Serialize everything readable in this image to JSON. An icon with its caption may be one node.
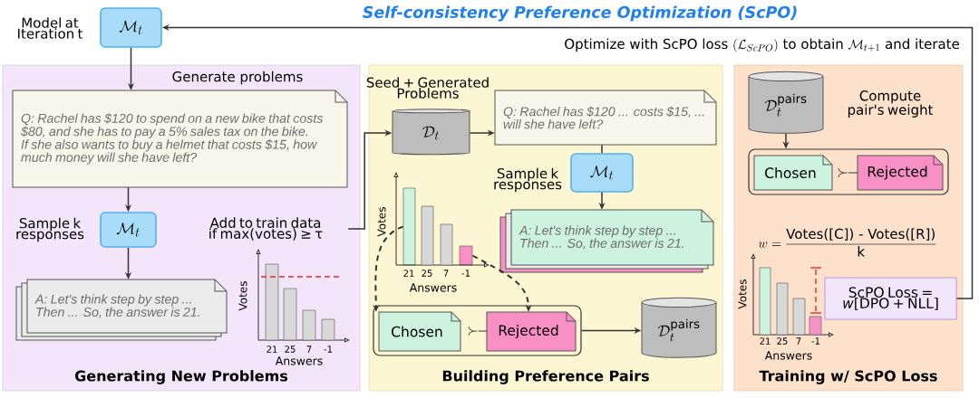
{
  "diagram": {
    "title": "Self-consistency Preference Optimization (ScPO)",
    "nodes": [
      {
        "text": [
          "\\mathcal{M}_t"
        ],
        "beside": [
          "Model at Iteration t"
        ]
      },
      {
        "text": [
          "Generating New Problems"
        ]
      },
      {
        "text": [
          "Q: Rachel has $120 to spend on a new bike that costs $80, and she has to pay a 5% sales tax on the bike. If she also wants to buy a helmet that costs $15, how much money will she have left?"
        ],
        "in": 1
      },
      {
        "text": [
          "\\mathcal{M}_t"
        ],
        "in": 1,
        "beside": [
          "Sample k responses"
        ]
      },
      {
        "text": [
          "A: Let's think step by step ... Then ... So, the answer is 21."
        ],
        "in": 1
      },
      {
        "text": [
          "Add to train data if max(votes) ≥ τ"
        ],
        "in": 1
      },
      {
        "text": [
          "Building Preference Pairs"
        ]
      },
      {
        "text": [
          "\\mathcal{D}_t"
        ],
        "in": 6,
        "beside": [
          "Seed + Generated Problems"
        ]
      },
      {
        "text": [
          "Q: Rachel has $120 ... costs $15, ...  will she have left?"
        ],
        "in": 6
      },
      {
        "text": [
          "\\mathcal{M}_t"
        ],
        "in": 6,
        "beside": [
          "Sample k responses"
        ]
      },
      {
        "text": [
          "A: Let's think step by step ... Then ... So, the answer is 21."
        ],
        "in": 6
      },
      {
        "text": [],
        "shape": "bar",
        "in": 6
      },
      {
        "text": [],
        "shape": "bar",
        "in": 6
      },
      {
        "text": [],
        "shape": "box",
        "in": 6
      },
      {
        "text": [
          "Chosen"
        ],
        "in": 13
      },
      {
        "text": [
          "Rejected"
        ],
        "in": 13
      },
      {
        "text": [
          "\\mathcal{D}_t^{\\text{pairs}}"
        ],
        "in": 6
      },
      {
        "text": [
          "Training w/ ScPO Loss"
        ]
      },
      {
        "text": [
          "\\mathcal{D}_t^{\\text{pairs}}"
        ],
        "in": 17,
        "beside": [
          "Compute pair's weight"
        ]
      },
      {
        "text": [],
        "shape": "box",
        "in": 17
      },
      {
        "text": [
          "Chosen"
        ],
        "in": 19
      },
      {
        "text": [
          "Rejected"
        ],
        "in": 19
      },
      {
        "text": [
          "ScPO Loss = *w*[DPO + NLL]"
        ],
        "in": 17
      }
    ],
    "edges": [
      {
        "from": 0,
        "to": 2,
        "arrow": "to",
        "label": "Generate problems"
      },
      {
        "from": 2,
        "to": 3,
        "arrow": "to"
      },
      {
        "from": 3,
        "to": 4,
        "arrow": "to"
      },
      {
        "from": 5,
        "to": 7,
        "arrow": "to"
      },
      {
        "from": 7,
        "to": 8,
        "arrow": "to"
      },
      {
        "from": 8,
        "to": 9,
        "arrow": "none"
      },
      {
        "from": 9,
        "to": 10,
        "arrow": "to"
      },
      {
        "from": 11,
        "to": 14,
        "arrow": "to",
        "style": "dashed"
      },
      {
        "from": 12,
        "to": 15,
        "arrow": "to",
        "style": "dashed"
      },
      {
        "from": 13,
        "to": 16,
        "arrow": "to"
      },
      {
        "from": 18,
        "to": 19,
        "arrow": "to"
      },
      {
        "from": 22,
        "to": 0,
        "arrow": "to",
        "label": "\\text{Optimize with ScPO loss } (\\mathcal{L}_{ScPO}) \\text{ to obtain } \\mathcal{M}_{t+1} \\text{ and iterate}"
      }
    ],
    "labels": [
      "Votes",
      "21",
      "25",
      "7",
      "-1",
      "Answers",
      "Votes",
      "21",
      "25",
      "7",
      "-1",
      "Answers",
      "\\succ",
      "\\succ",
      "w = \\frac{\\text{Votes([C]) - Votes([R])}}{\\text{k}}",
      "Votes",
      "21",
      "25",
      "7",
      "-1",
      "Answers"
    ]
  }
}
